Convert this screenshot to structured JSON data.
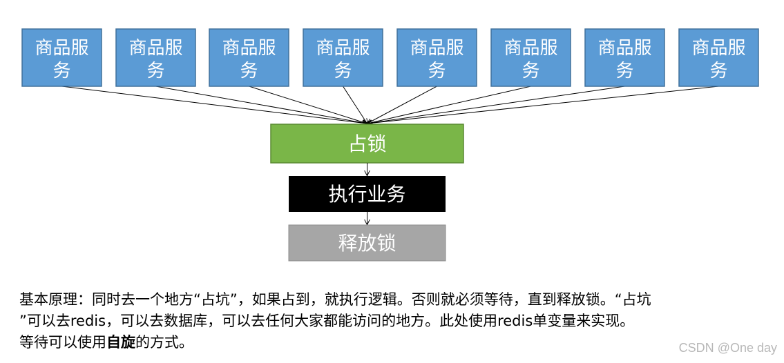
{
  "services": [
    {
      "line1": "商品服",
      "line2": "务"
    },
    {
      "line1": "商品服",
      "line2": "务"
    },
    {
      "line1": "商品服",
      "line2": "务"
    },
    {
      "line1": "商品服",
      "line2": "务"
    },
    {
      "line1": "商品服",
      "line2": "务"
    },
    {
      "line1": "商品服",
      "line2": "务"
    },
    {
      "line1": "商品服",
      "line2": "务"
    },
    {
      "line1": "商品服",
      "line2": "务"
    }
  ],
  "steps": {
    "lock": "占锁",
    "execute": "执行业务",
    "release": "释放锁"
  },
  "colors": {
    "service": "#5b9bd5",
    "lock": "#7ab648",
    "execute": "#000000",
    "release": "#a6a6a6"
  },
  "description": {
    "line1": "基本原理：同时去一个地方“占坑”，如果占到，就执行逻辑。否则就必须等待，直到释放锁。“占坑",
    "line2": "”可以去redis，可以去数据库，可以去任何大家都能访问的地方。此处使用redis单变量来实现。",
    "line3_before": "等待可以使用",
    "line3_bold": "自旋",
    "line3_after": "的方式。"
  },
  "watermark": "CSDN @One day"
}
